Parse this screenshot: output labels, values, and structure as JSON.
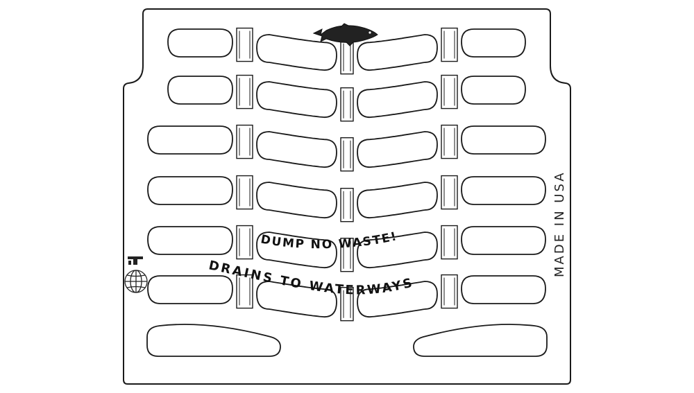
{
  "grate": {
    "slogan_top": "DUMP NO WASTE!",
    "slogan_bottom": "DRAINS TO WATERWAYS",
    "origin_mark": "MADE IN USA",
    "emblem": "fish-icon",
    "maker_logo": "foundry-logo",
    "seal": "globe-seal-icon"
  },
  "colors": {
    "line": "#1a1a1a",
    "background": "#ffffff"
  }
}
